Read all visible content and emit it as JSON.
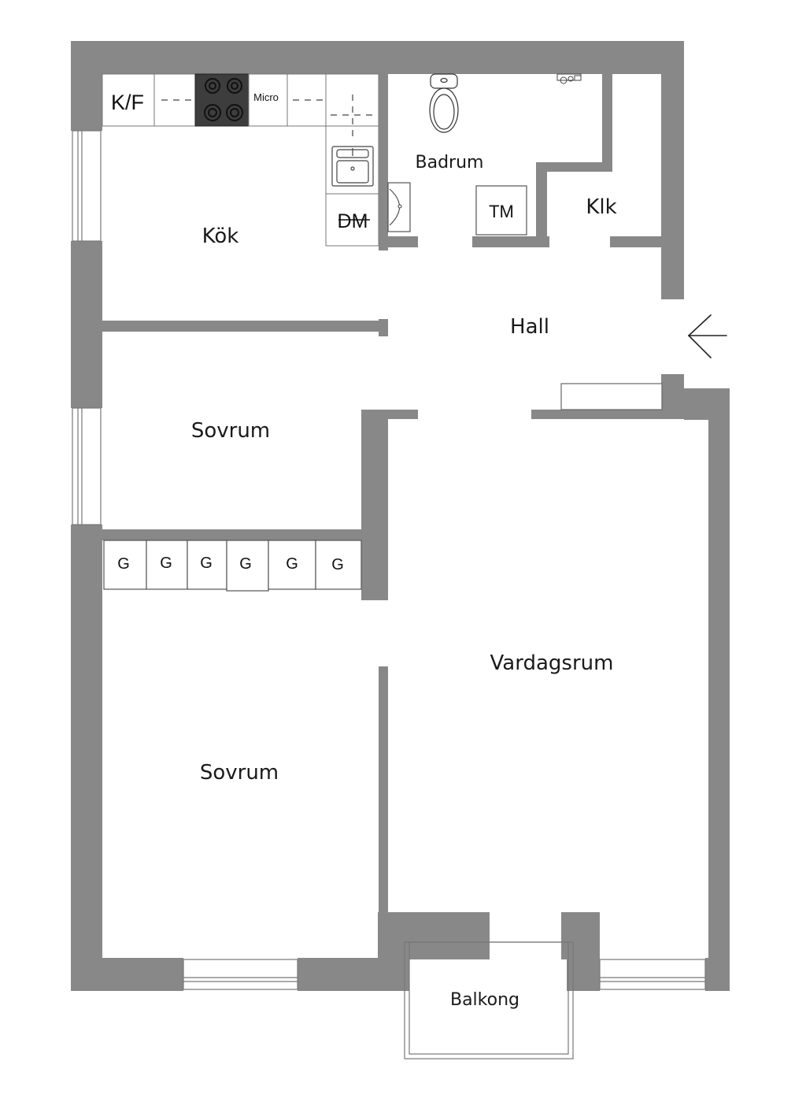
{
  "colors": {
    "wall": "#888888",
    "stove": "#3d3d3d",
    "line": "#555555",
    "bg": "#ffffff"
  },
  "rooms": {
    "kitchen": "Kök",
    "bathroom": "Badrum",
    "closet": "Klk",
    "hall": "Hall",
    "bedroom_upper": "Sovrum",
    "living_room": "Vardagsrum",
    "bedroom_lower": "Sovrum",
    "balcony": "Balkong"
  },
  "fixtures": {
    "fridge_freezer": "K/F",
    "microwave": "Micro",
    "dishwasher": "DM",
    "dryer": "TM",
    "wardrobes": [
      "G",
      "G",
      "G",
      "G",
      "G",
      "G"
    ]
  },
  "icons": {
    "entrance": "arrow-left-icon",
    "toilet": "toilet-icon",
    "sink": "sink-icon",
    "stove": "stove-icon"
  }
}
